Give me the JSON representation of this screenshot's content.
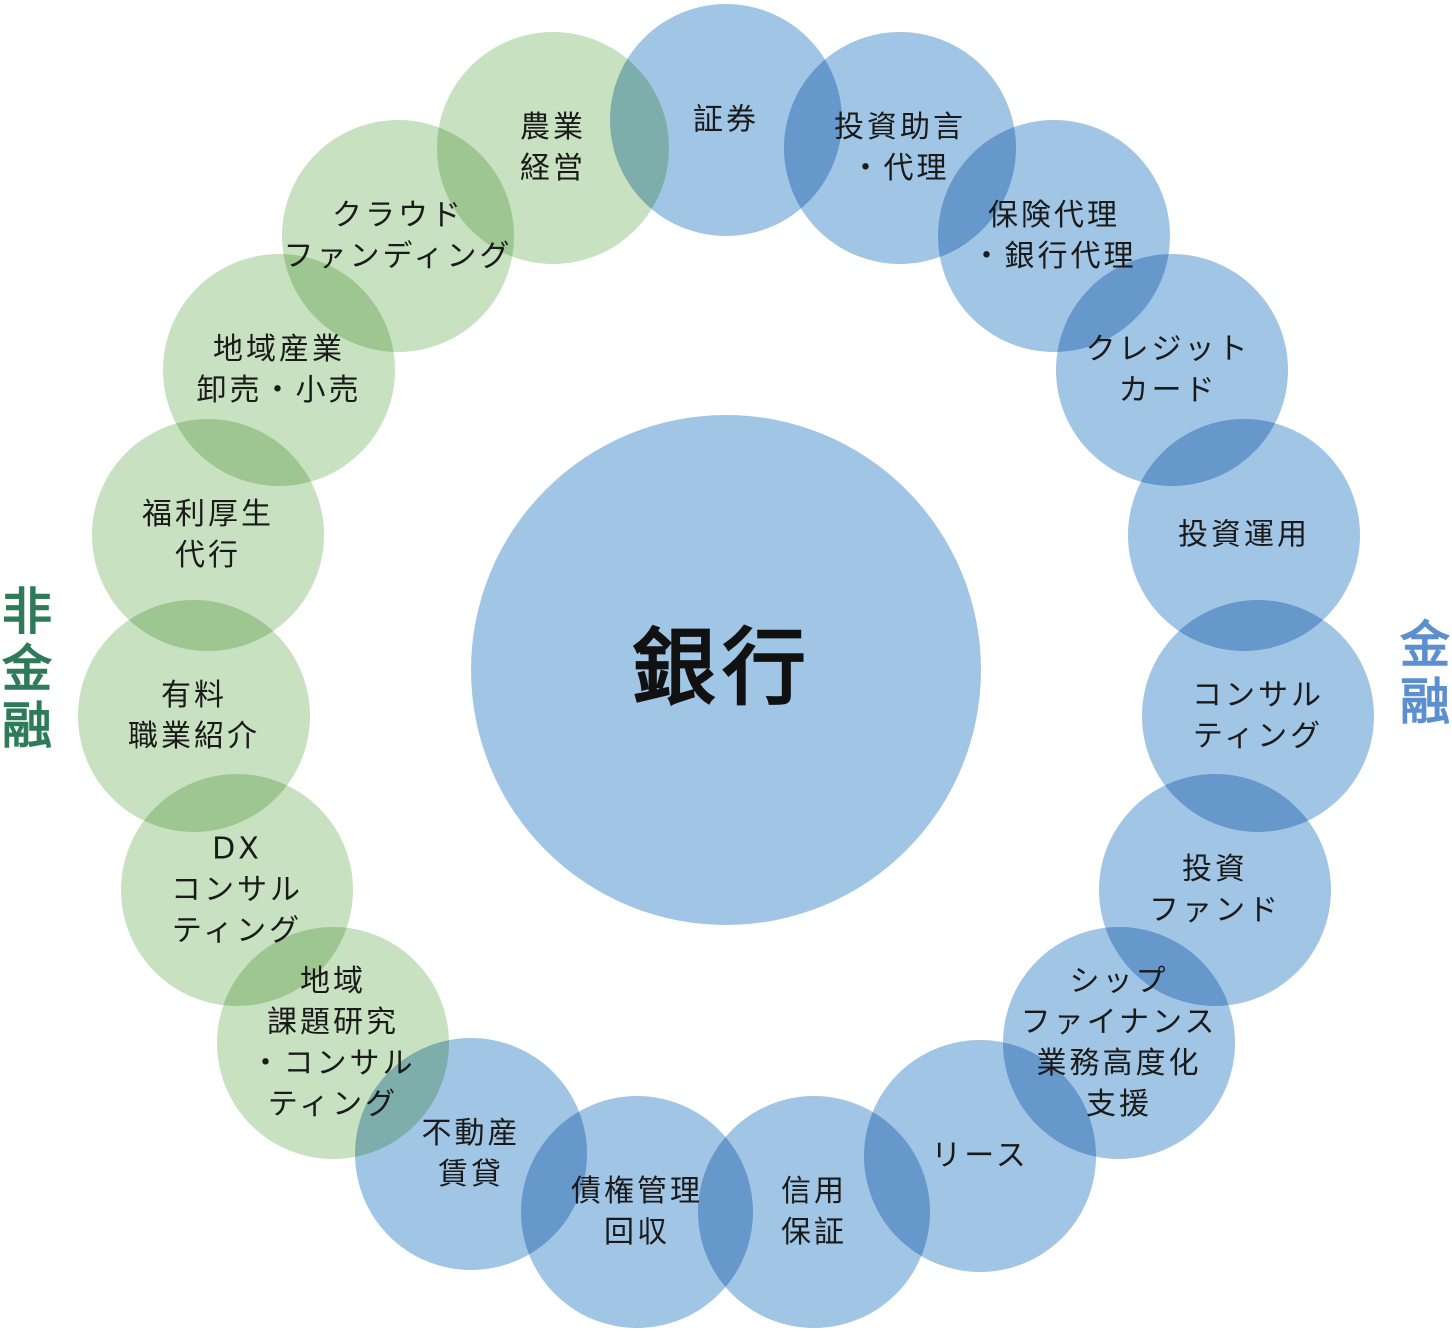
{
  "colors": {
    "financial": "#a1c5e4",
    "non_financial": "#c8e1c0",
    "financial_label": "#5b8fcf",
    "non_financial_label": "#2e7b5a",
    "text": "#1a1a1a"
  },
  "center": {
    "label": "銀行"
  },
  "side_labels": {
    "left": [
      "非",
      "金",
      "融"
    ],
    "right": [
      "金",
      "融"
    ]
  },
  "nodes": [
    {
      "category": "financial",
      "lines": [
        "証券"
      ]
    },
    {
      "category": "financial",
      "lines": [
        "投資助言",
        "・代理"
      ]
    },
    {
      "category": "financial",
      "lines": [
        "保険代理",
        "・銀行代理"
      ]
    },
    {
      "category": "financial",
      "lines": [
        "クレジット",
        "カード"
      ]
    },
    {
      "category": "financial",
      "lines": [
        "投資運用"
      ]
    },
    {
      "category": "financial",
      "lines": [
        "コンサル",
        "ティング"
      ]
    },
    {
      "category": "financial",
      "lines": [
        "投資",
        "ファンド"
      ]
    },
    {
      "category": "financial",
      "lines": [
        "シップ",
        "ファイナンス",
        "業務高度化",
        "支援"
      ]
    },
    {
      "category": "financial",
      "lines": [
        "リース"
      ]
    },
    {
      "category": "financial",
      "lines": [
        "信用",
        "保証"
      ]
    },
    {
      "category": "financial",
      "lines": [
        "債権管理",
        "回収"
      ]
    },
    {
      "category": "financial",
      "lines": [
        "不動産",
        "賃貸"
      ]
    },
    {
      "category": "non_financial",
      "lines": [
        "地域",
        "課題研究",
        "・コンサル",
        "ティング"
      ]
    },
    {
      "category": "non_financial",
      "lines": [
        "DX",
        "コンサル",
        "ティング"
      ]
    },
    {
      "category": "non_financial",
      "lines": [
        "有料",
        "職業紹介"
      ]
    },
    {
      "category": "non_financial",
      "lines": [
        "福利厚生",
        "代行"
      ]
    },
    {
      "category": "non_financial",
      "lines": [
        "地域産業",
        "卸売・小売"
      ]
    },
    {
      "category": "non_financial",
      "lines": [
        "クラウド",
        "ファンディング"
      ]
    },
    {
      "category": "non_financial",
      "lines": [
        "農業",
        "経営"
      ]
    }
  ]
}
